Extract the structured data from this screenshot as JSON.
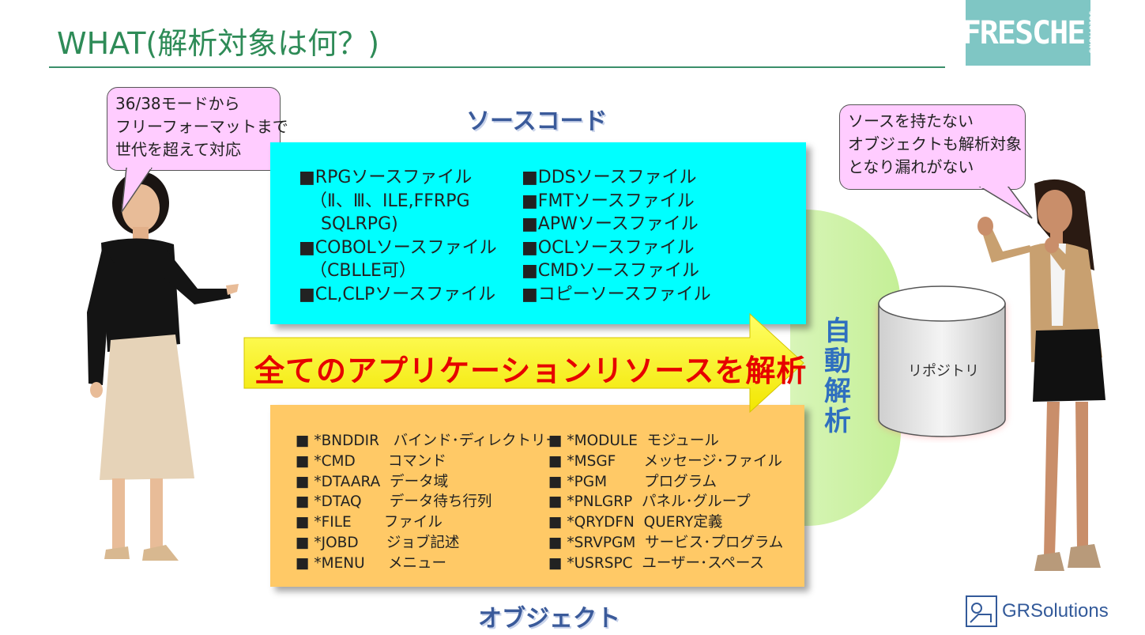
{
  "header": {
    "title": "WHAT(解析対象は何？)",
    "logo_text": "FRESCHE",
    "logo_sub": "SOLUTIONS"
  },
  "source": {
    "label": "ソースコード",
    "col1": "■RPGソースファイル\n  （Ⅱ、Ⅲ、ILE,FFRPG\n    SQLRPG)\n■COBOLソースファイル\n  （CBLLE可）\n■CL,CLPソースファイル",
    "col2": "■DDSソースファイル\n■FMTソースファイル\n■APWソースファイル\n■OCLソースファイル\n■CMDソースファイル\n■コピーソースファイル"
  },
  "banner": {
    "text": "全てのアプリケーションリソースを解析"
  },
  "objects": {
    "label": "オブジェクト",
    "col1": "■ *BNDDIR   バインド･ディレクトリー\n■ *CMD       コマンド\n■ *DTAARA  データ域\n■ *DTAQ      データ待ち行列\n■ *FILE       ファイル\n■ *JOBD      ジョブ記述\n■ *MENU     メニュー",
    "col2": "■ *MODULE  モジュール\n■ *MSGF      メッセージ･ファイル\n■ *PGM        プログラム\n■ *PNLGRP  パネル･グループ\n■ *QRYDFN  QUERY定義\n■ *SRVPGM  サービス･プログラム\n■ *USRSPC  ユーザー･スペース"
  },
  "auto_analysis": {
    "text": "自動解析"
  },
  "repository": {
    "label": "リポジトリ"
  },
  "bubble_left": {
    "text": "36/38モードから\nフリーフォーマットまで\n世代を超えて対応"
  },
  "bubble_right": {
    "text": "ソースを持たない\nオブジェクトも解析対象\nとなり漏れがない"
  },
  "footer": {
    "brand": "GRSolutions"
  },
  "colors": {
    "title": "#2e8b57",
    "source_box": "#00ffff",
    "object_box": "#ffc966",
    "banner_arrow": "#ffff33",
    "banner_text": "#e60000",
    "auto_text": "#2f6fbf",
    "bubble": "#ffccff"
  }
}
